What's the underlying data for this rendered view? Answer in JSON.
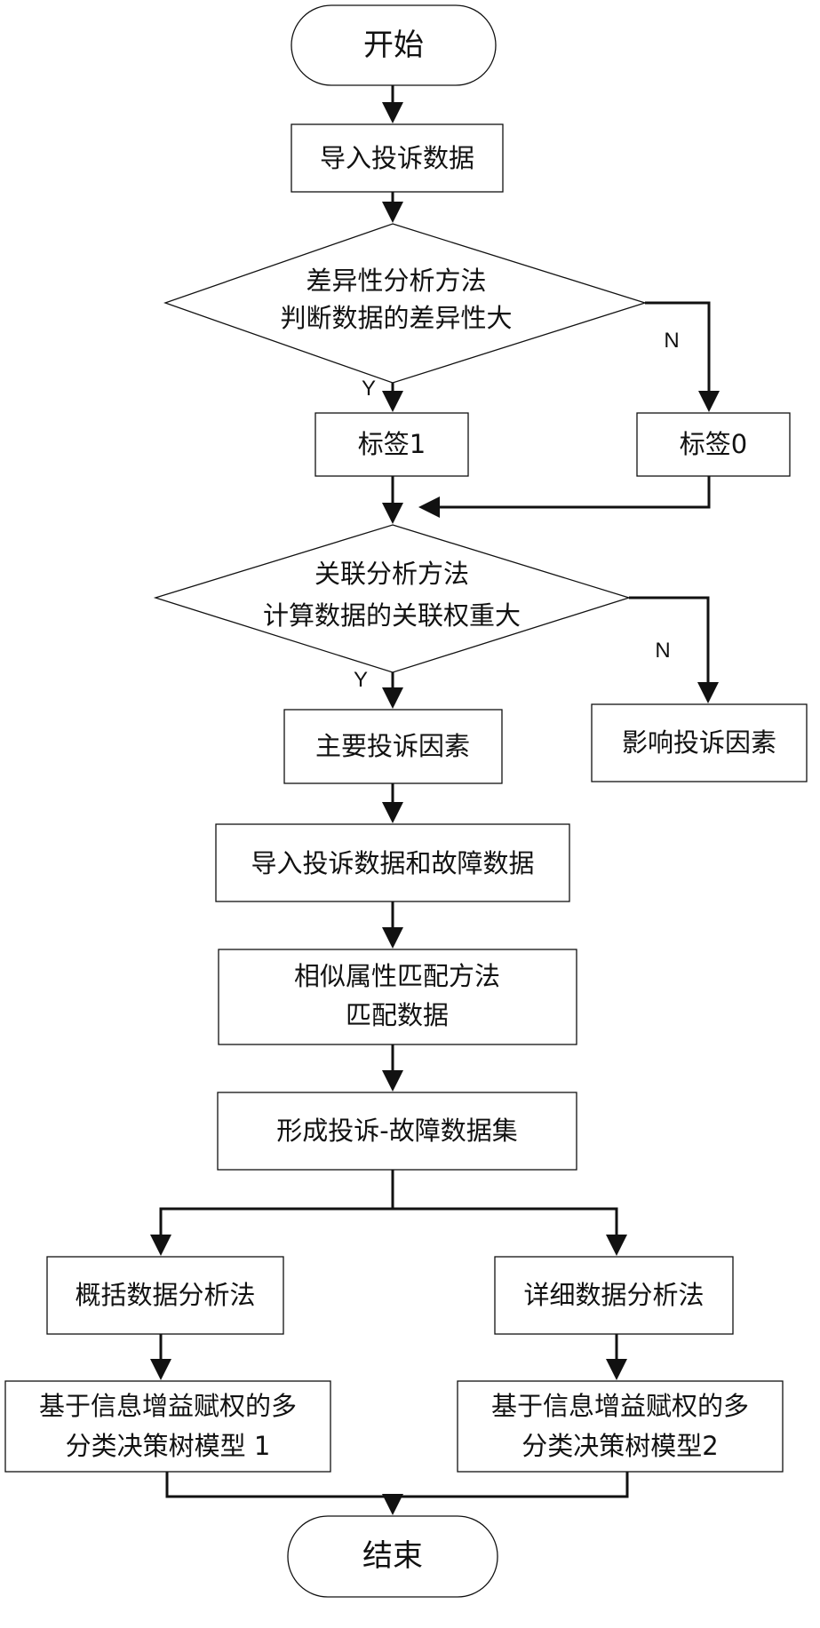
{
  "flowchart": {
    "start": "开始",
    "import_complaints": "导入投诉数据",
    "decision_difference": {
      "line1": "差异性分析方法",
      "line2": "判断数据的差异性大"
    },
    "label_1": "标签1",
    "label_0": "标签0",
    "decision_correlation": {
      "line1": "关联分析方法",
      "line2": "计算数据的关联权重大"
    },
    "main_factors": "主要投诉因素",
    "influence_factors": "影响投诉因素",
    "import_complaint_fault": "导入投诉数据和故障数据",
    "similar_attribute_match": {
      "line1": "相似属性匹配方法",
      "line2": "匹配数据"
    },
    "form_dataset": "形成投诉-故障数据集",
    "summary_analysis": "概括数据分析法",
    "detailed_analysis": "详细数据分析法",
    "model_1": {
      "line1": "基于信息增益赋权的多",
      "line2": "分类决策树模型 1"
    },
    "model_2": {
      "line1": "基于信息增益赋权的多",
      "line2": "分类决策树模型2"
    },
    "end": "结束",
    "edge_yes_1": "Y",
    "edge_no_1": "N",
    "edge_yes_2": "Y",
    "edge_no_2": "N"
  }
}
